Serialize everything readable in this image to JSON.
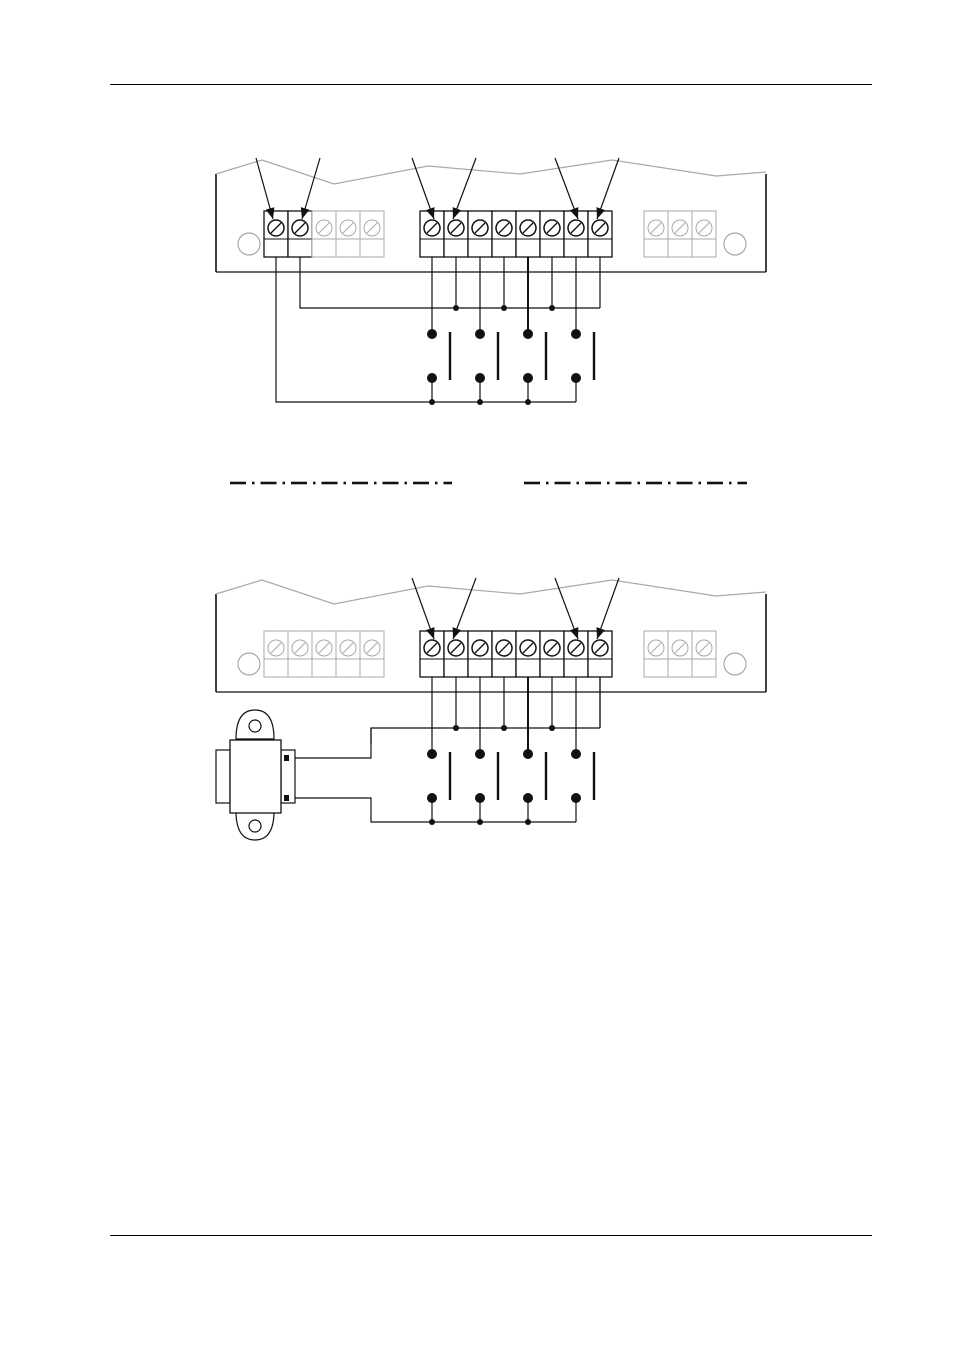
{
  "diagram": {
    "colors": {
      "ink": "#111111",
      "inactive": "#a8a8a8",
      "background": "#ffffff"
    },
    "icons": {
      "terminal": "screw-terminal-icon",
      "switch": "contact-switch-icon",
      "transformer": "transformer-icon",
      "junction": "junction-dot-icon"
    },
    "panels": [
      {
        "id": "upper",
        "active_terminals": [
          0,
          1,
          5,
          6,
          7,
          8,
          9,
          10,
          11,
          12
        ],
        "callout_terminals": [
          0,
          1,
          5,
          6,
          11,
          12
        ],
        "switches": 4,
        "supply": "board"
      },
      {
        "id": "lower",
        "active_terminals": [
          5,
          6,
          7,
          8,
          9,
          10,
          11,
          12
        ],
        "callout_terminals": [
          5,
          6,
          11,
          12
        ],
        "switches": 4,
        "supply": "transformer"
      }
    ]
  }
}
